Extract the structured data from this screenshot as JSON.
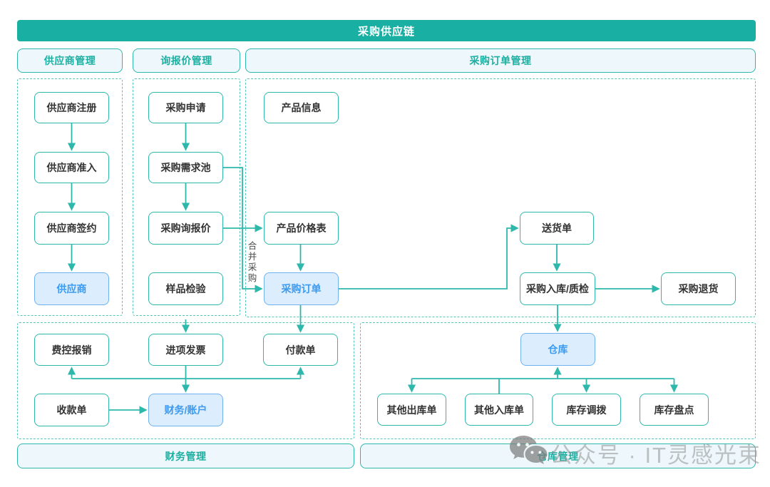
{
  "title_bar": {
    "title": "采购供应链"
  },
  "section_headers": {
    "supplier_mgmt": "供应商管理",
    "quote_mgmt": "询报价管理",
    "order_mgmt": "采购订单管理"
  },
  "section_footers": {
    "finance_mgmt": "财务管理",
    "warehouse_mgmt": "仓库管理"
  },
  "nodes": {
    "supplier_register": {
      "label": "供应商注册",
      "highlight": false
    },
    "supplier_access": {
      "label": "供应商准入",
      "highlight": false
    },
    "supplier_sign": {
      "label": "供应商签约",
      "highlight": false
    },
    "supplier": {
      "label": "供应商",
      "highlight": true
    },
    "purchase_request": {
      "label": "采购申请",
      "highlight": false
    },
    "demand_pool": {
      "label": "采购需求池",
      "highlight": false
    },
    "purchase_inquiry": {
      "label": "采购询报价",
      "highlight": false
    },
    "sample_inspection": {
      "label": "样品检验",
      "highlight": false
    },
    "product_info": {
      "label": "产品信息",
      "highlight": false
    },
    "product_price": {
      "label": "产品价格表",
      "highlight": false
    },
    "purchase_order": {
      "label": "采购订单",
      "highlight": true
    },
    "delivery_note": {
      "label": "送货单",
      "highlight": false
    },
    "receiving_qc": {
      "label": "采购入库/质检",
      "highlight": false
    },
    "purchase_return": {
      "label": "采购退货",
      "highlight": false
    },
    "expense_reimburse": {
      "label": "费控报销",
      "highlight": false
    },
    "input_invoice": {
      "label": "进项发票",
      "highlight": false
    },
    "payment_slip": {
      "label": "付款单",
      "highlight": false
    },
    "receipt_slip": {
      "label": "收款单",
      "highlight": false
    },
    "finance_account": {
      "label": "财务/账户",
      "highlight": true
    },
    "warehouse": {
      "label": "仓库",
      "highlight": true
    },
    "other_outbound": {
      "label": "其他出库单",
      "highlight": false
    },
    "other_inbound": {
      "label": "其他入库单",
      "highlight": false
    },
    "inventory_transfer": {
      "label": "库存调拨",
      "highlight": false
    },
    "inventory_count": {
      "label": "库存盘点",
      "highlight": false
    }
  },
  "edge_labels": {
    "merge_purchase": "合并采购"
  },
  "edges": [
    {
      "from": "supplier_register",
      "to": "supplier_access"
    },
    {
      "from": "supplier_access",
      "to": "supplier_sign"
    },
    {
      "from": "supplier_sign",
      "to": "supplier"
    },
    {
      "from": "purchase_request",
      "to": "demand_pool"
    },
    {
      "from": "demand_pool",
      "to": "purchase_inquiry"
    },
    {
      "from": "purchase_inquiry",
      "to": "product_price"
    },
    {
      "from": "demand_pool",
      "to": "purchase_order",
      "label": "合并采购"
    },
    {
      "from": "product_price",
      "to": "purchase_order"
    },
    {
      "from": "purchase_order",
      "to": "delivery_note"
    },
    {
      "from": "delivery_note",
      "to": "receiving_qc"
    },
    {
      "from": "receiving_qc",
      "to": "purchase_return"
    },
    {
      "from": "receiving_qc",
      "to": "warehouse"
    },
    {
      "from": "purchase_order",
      "to": "payment_slip"
    },
    {
      "from": "quote_section",
      "to": "input_invoice"
    },
    {
      "from": "input_invoice",
      "to": "finance_account"
    },
    {
      "from": "input_invoice",
      "to": "expense_reimburse"
    },
    {
      "from": "input_invoice",
      "to": "payment_slip"
    },
    {
      "from": "receipt_slip",
      "to": "finance_account"
    },
    {
      "from": "warehouse",
      "to": "other_outbound"
    },
    {
      "from": "other_inbound",
      "to": "warehouse"
    },
    {
      "from": "warehouse",
      "to": "inventory_transfer"
    },
    {
      "from": "warehouse",
      "to": "inventory_count"
    }
  ],
  "watermark": {
    "icon": "wechat-icon",
    "text": "公众号 · IT灵感光束"
  },
  "colors": {
    "primary_teal": "#19b0a3",
    "border_teal": "#2eb8ab",
    "dashed_teal": "#55c5b9",
    "panel_bg": "#eef8fc",
    "highlight_bg": "#dceefd",
    "highlight_border": "#6fb1f1",
    "highlight_text": "#3b9af0",
    "node_text": "#333333",
    "watermark_gray": "#919191"
  }
}
